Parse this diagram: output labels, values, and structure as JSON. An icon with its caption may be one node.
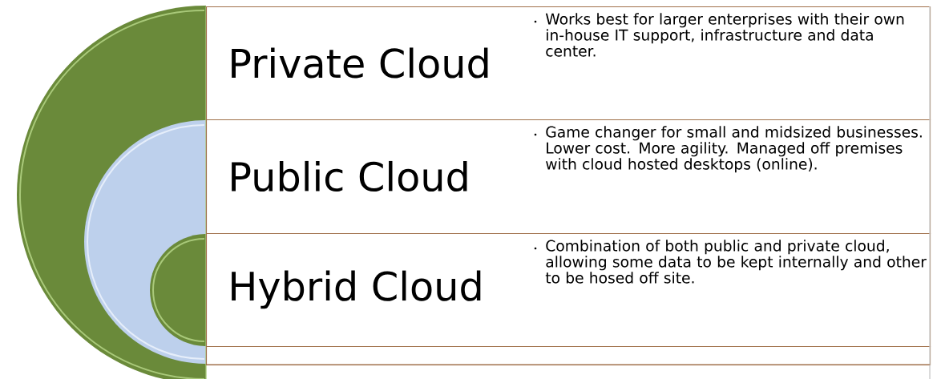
{
  "diagram": {
    "nodes": [
      {
        "text": [
          "Private Cloud",
          "Works best for larger enterprises with their own in-house IT support, infrastructure and data center."
        ]
      },
      {
        "text": [
          "Public Cloud",
          "Game changer for small and midsized businesses. Lower cost. More agility. Managed off premises with cloud hosted desktops (online)."
        ]
      },
      {
        "text": [
          "Hybrid Cloud",
          "Combination of both public and private cloud, allowing some data to be kept internally and other to be hosed off site."
        ]
      },
      {
        "text": [],
        "shape": "box"
      }
    ]
  }
}
